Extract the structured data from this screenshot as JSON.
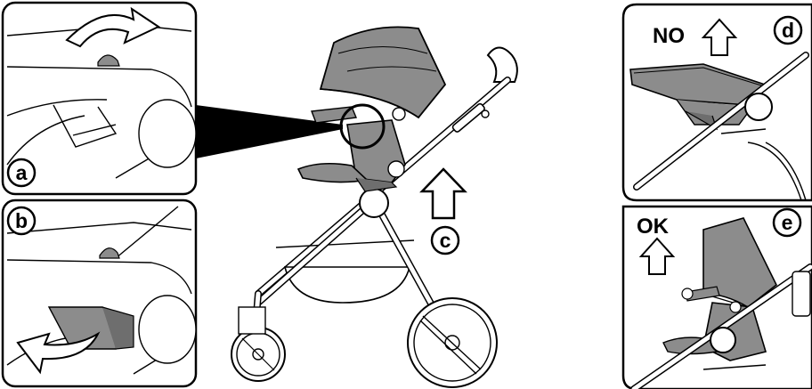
{
  "labels": {
    "a": "a",
    "b": "b",
    "c": "c",
    "d": "d",
    "e": "e",
    "no": "NO",
    "ok": "OK"
  },
  "colors": {
    "fabric": "#8c8c8c",
    "fabric_dark": "#6e6e6e",
    "line": "#000000",
    "background": "#ffffff"
  },
  "icons": {
    "up_arrow": "up-arrow-icon",
    "rotate_arrow": "curved-arrow-icon"
  }
}
